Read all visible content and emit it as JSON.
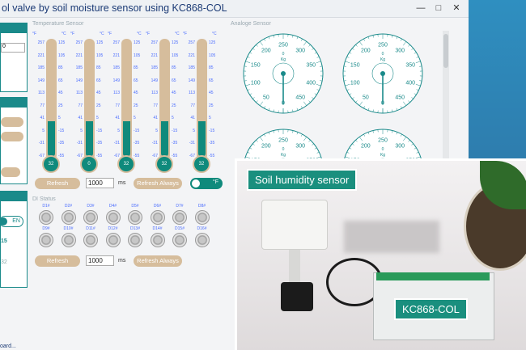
{
  "window": {
    "title": "ol valve by soil moisture sensor using KC868-COL",
    "controls": {
      "minimize": "—",
      "maximize": "□",
      "close": "✕"
    }
  },
  "left_panel": {
    "field_value": "0",
    "en_label": "EN",
    "item1": "15",
    "item2": "32",
    "footer": "oard..."
  },
  "temperature": {
    "section_title": "Temperature Sensor",
    "unit_f": "°F",
    "unit_c": "°C",
    "scale_f": [
      "257",
      "221",
      "185",
      "149",
      "113",
      "77",
      "41",
      "5",
      "-31",
      "-67"
    ],
    "scale_c": [
      "125",
      "105",
      "85",
      "65",
      "45",
      "25",
      "5",
      "-15",
      "-35",
      "-55"
    ],
    "sensors": [
      {
        "bulb": "32",
        "level": 0.3
      },
      {
        "bulb": "0",
        "level": 0.3
      },
      {
        "bulb": "32",
        "level": 0.3
      },
      {
        "bulb": "32",
        "level": 0.3
      },
      {
        "bulb": "32",
        "level": 0.3
      }
    ],
    "refresh_label": "Refresh",
    "interval_value": "1000",
    "ms_label": "ms",
    "refresh_always_label": "Refresh Always",
    "toggle_label": "°F"
  },
  "analog": {
    "section_title": "Analoge Sensor",
    "scale": [
      "0",
      "50",
      "100",
      "150",
      "200",
      "250",
      "300",
      "350",
      "400",
      "450",
      "500"
    ],
    "unit": "Kg",
    "value_label": "0"
  },
  "di": {
    "section_title": "DI Status",
    "labels_row1": [
      "D1#",
      "D2#",
      "D3#",
      "D4#",
      "D5#",
      "D6#",
      "D7#",
      "D8#"
    ],
    "labels_row2": [
      "D9#",
      "D10#",
      "D11#",
      "D12#",
      "D13#",
      "D14#",
      "D15#",
      "D16#"
    ],
    "refresh_label": "Refresh",
    "interval_value": "1000",
    "ms_label": "ms",
    "refresh_always_label": "Refresh Always"
  },
  "overlay": {
    "sensor_tag": "Soil humidity sensor",
    "controller_tag": "KC868-COL"
  },
  "colors": {
    "teal": "#1a8a8a",
    "tan": "#d6bd9c",
    "fill": "#0f8a7c",
    "scale_text": "#4a6cff",
    "desktop": "#2e7fb0"
  }
}
